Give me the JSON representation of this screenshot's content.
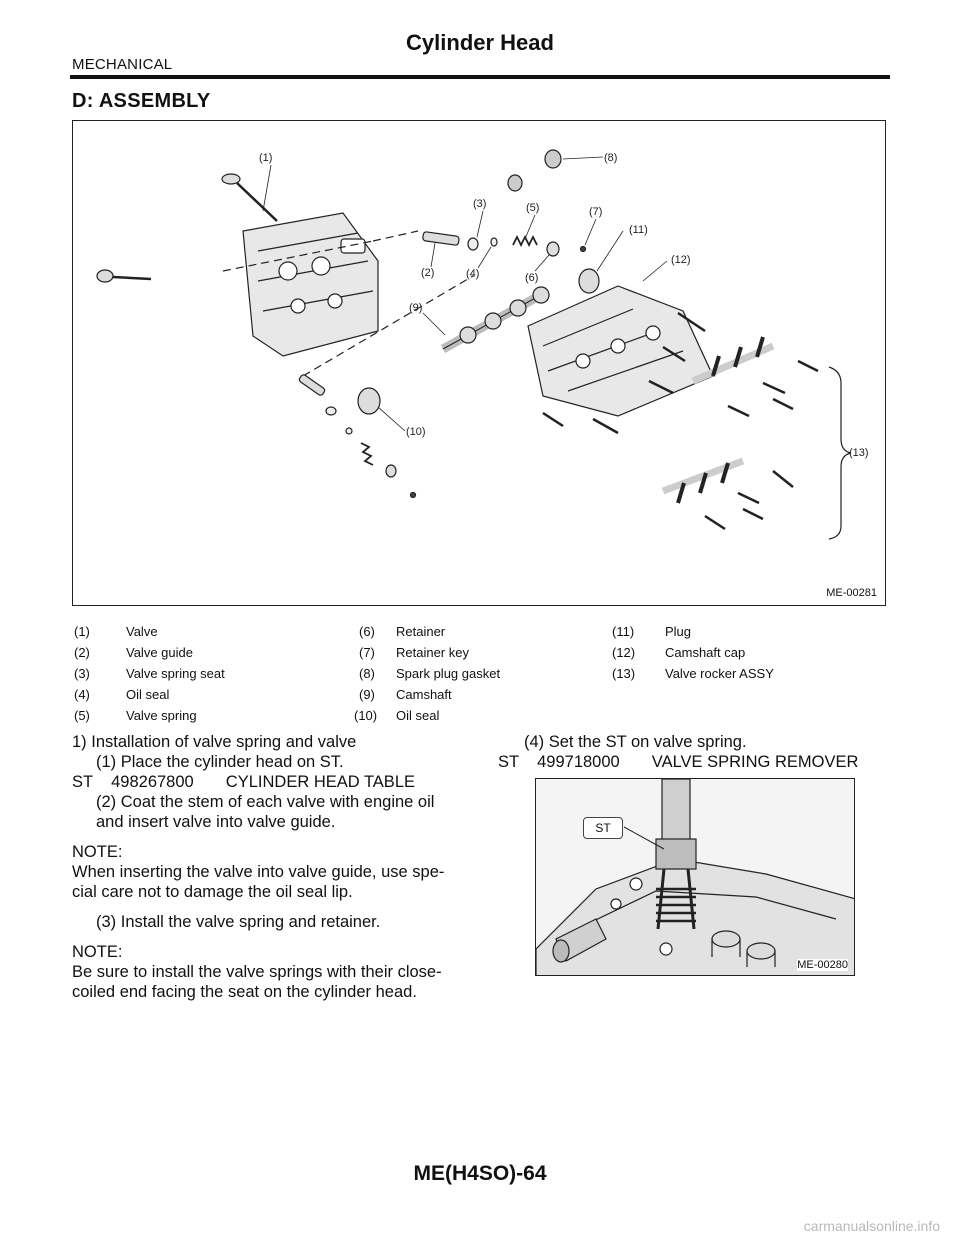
{
  "header": {
    "section": "MECHANICAL",
    "title": "Cylinder Head"
  },
  "heading": "D: ASSEMBLY",
  "figure_main": {
    "id": "ME-00281",
    "callouts": [
      "(1)",
      "(2)",
      "(3)",
      "(4)",
      "(5)",
      "(6)",
      "(7)",
      "(8)",
      "(9)",
      "(10)",
      "(11)",
      "(12)",
      "(13)"
    ]
  },
  "legend": [
    [
      {
        "num": "(1)",
        "label": "Valve"
      },
      {
        "num": "(6)",
        "label": "Retainer"
      },
      {
        "num": "(11)",
        "label": "Plug"
      }
    ],
    [
      {
        "num": "(2)",
        "label": "Valve guide"
      },
      {
        "num": "(7)",
        "label": "Retainer key"
      },
      {
        "num": "(12)",
        "label": "Camshaft cap"
      }
    ],
    [
      {
        "num": "(3)",
        "label": "Valve spring seat"
      },
      {
        "num": "(8)",
        "label": "Spark plug gasket"
      },
      {
        "num": "(13)",
        "label": "Valve rocker ASSY"
      }
    ],
    [
      {
        "num": "(4)",
        "label": "Oil seal"
      },
      {
        "num": "(9)",
        "label": "Camshaft"
      },
      {
        "num": "",
        "label": ""
      }
    ],
    [
      {
        "num": "(5)",
        "label": "Valve spring"
      },
      {
        "num": "(10)",
        "label": "Oil seal"
      },
      {
        "num": "",
        "label": ""
      }
    ]
  ],
  "left_column": {
    "step1": "1) Installation of valve spring and valve",
    "step1_1": "(1)  Place the cylinder head on ST.",
    "st1": "ST    498267800       CYLINDER HEAD TABLE",
    "step1_2_line1": "(2)  Coat the stem of each valve with engine oil",
    "step1_2_line2": "and insert valve into valve guide.",
    "note1_title": "NOTE:",
    "note1_line1": "When inserting the valve into valve guide, use spe-",
    "note1_line2": "cial care not to damage the oil seal lip.",
    "step1_3": "(3)  Install the valve spring and retainer.",
    "note2_title": "NOTE:",
    "note2_line1": "Be sure to install the valve springs with their close-",
    "note2_line2": "coiled end facing the seat on the cylinder head."
  },
  "right_column": {
    "step1_4": "(4)  Set the ST on valve spring.",
    "st2": "ST    499718000       VALVE SPRING REMOVER",
    "figure_id": "ME-00280",
    "st_label": "ST"
  },
  "footer": "ME(H4SO)-64",
  "watermark": "carmanualsonline.info"
}
